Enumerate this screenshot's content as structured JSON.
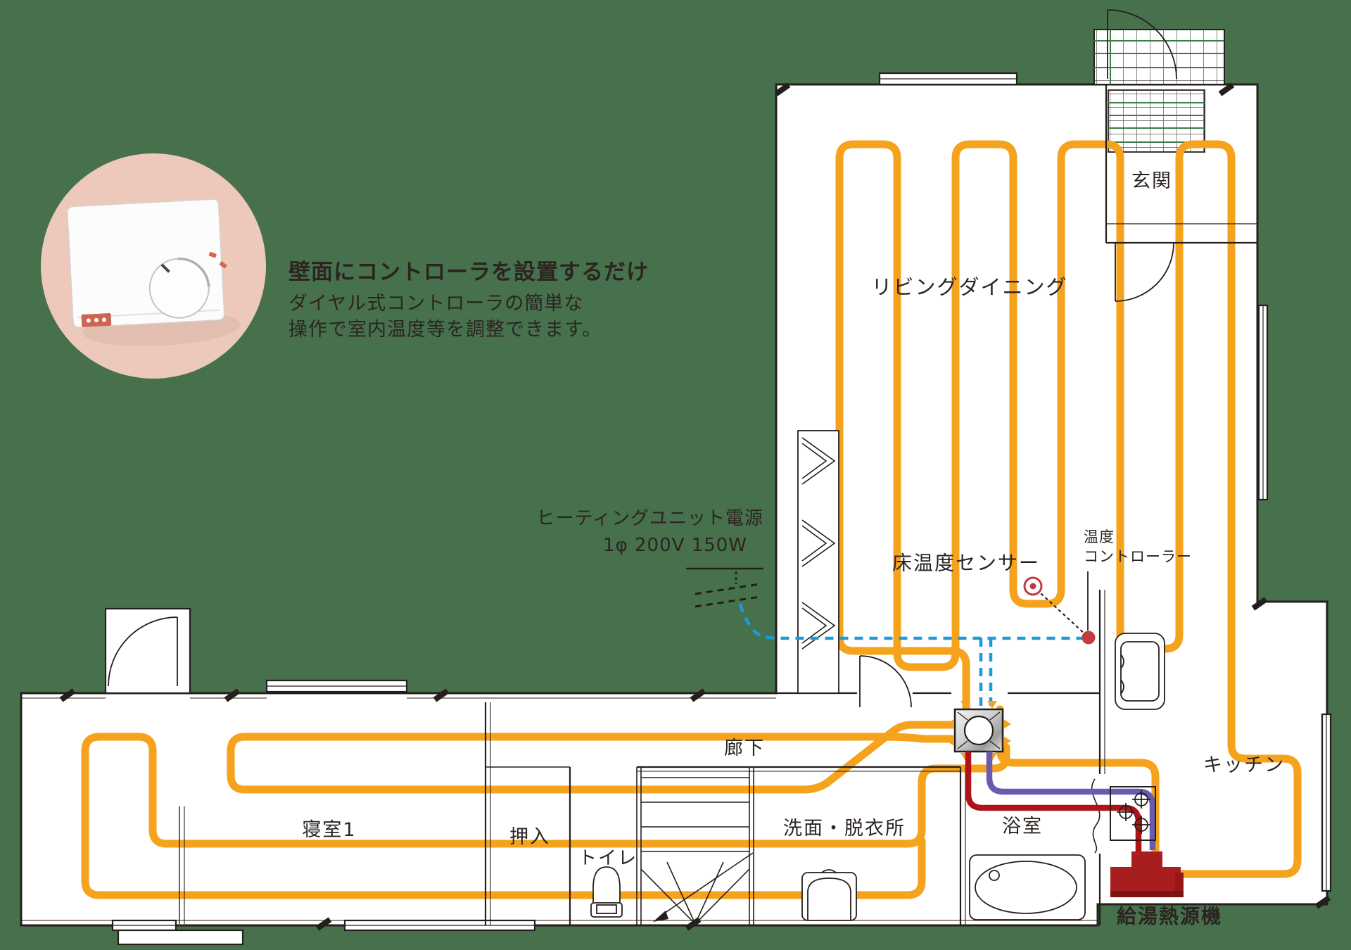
{
  "intro": {
    "title": "壁面にコントローラを設置するだけ",
    "line1": "ダイヤル式コントローラの簡単な",
    "line2": "操作で室内温度等を調整できます。"
  },
  "annotations": {
    "power_line1": "ヒーティングユニット電源",
    "power_line2": "1φ 200V 150W",
    "floor_sensor": "床温度センサー",
    "temp_controller_line1": "温度",
    "temp_controller_line2": "コントローラー",
    "heat_source": "給湯熱源機"
  },
  "rooms": {
    "entrance": "玄関",
    "living_dining": "リビングダイニング",
    "kitchen": "キッチン",
    "hallway": "廊下",
    "bedroom1": "寝室1",
    "closet": "押入",
    "toilet": "トイレ",
    "washroom": "洗面・脱衣所",
    "bathroom": "浴室"
  },
  "colors": {
    "background": "#47704d",
    "pipe": "#f5a21c",
    "wall": "#241f1c",
    "power-blue": "#1b9cd8",
    "supply-red": "#b01218",
    "return-purple": "#6a5ab0",
    "machine-red": "#a81d1d",
    "machine-shadow": "#7e1111",
    "sensor-red": "#c23b42",
    "grid-green": "#3c7d4c",
    "photo-bg": "#ecc9ba",
    "text": "#2b2420"
  }
}
